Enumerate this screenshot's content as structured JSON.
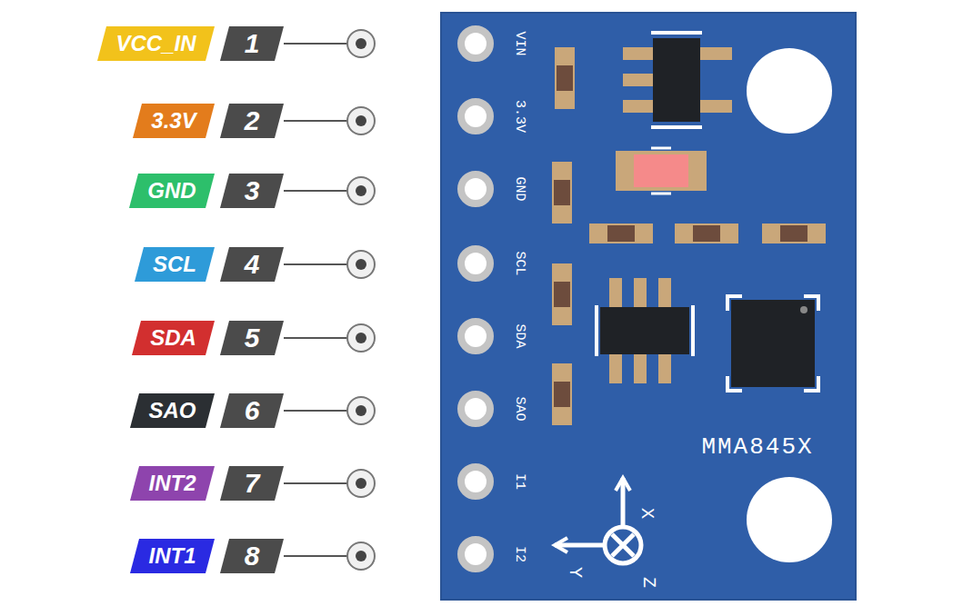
{
  "diagram": {
    "nodes": [
      {
        "text": [
          "VCC_IN"
        ]
      },
      {
        "text": [
          "1"
        ]
      },
      {
        "text": [
          "3.3V"
        ]
      },
      {
        "text": [
          "2"
        ]
      },
      {
        "text": [
          "GND"
        ]
      },
      {
        "text": [
          "3"
        ]
      },
      {
        "text": [
          "SCL"
        ]
      },
      {
        "text": [
          "4"
        ]
      },
      {
        "text": [
          "SDA"
        ]
      },
      {
        "text": [
          "5"
        ]
      },
      {
        "text": [
          "SAO"
        ]
      },
      {
        "text": [
          "6"
        ]
      },
      {
        "text": [
          "INT2"
        ]
      },
      {
        "text": [
          "7"
        ]
      },
      {
        "text": [
          "INT1"
        ]
      },
      {
        "text": [
          "8"
        ]
      }
    ],
    "labels": [
      "VIN",
      "3.3V",
      "GND",
      "SCL",
      "SDA",
      "SAO",
      "I1",
      "I2",
      "MMA845X",
      "X",
      "Y",
      "Z"
    ]
  }
}
